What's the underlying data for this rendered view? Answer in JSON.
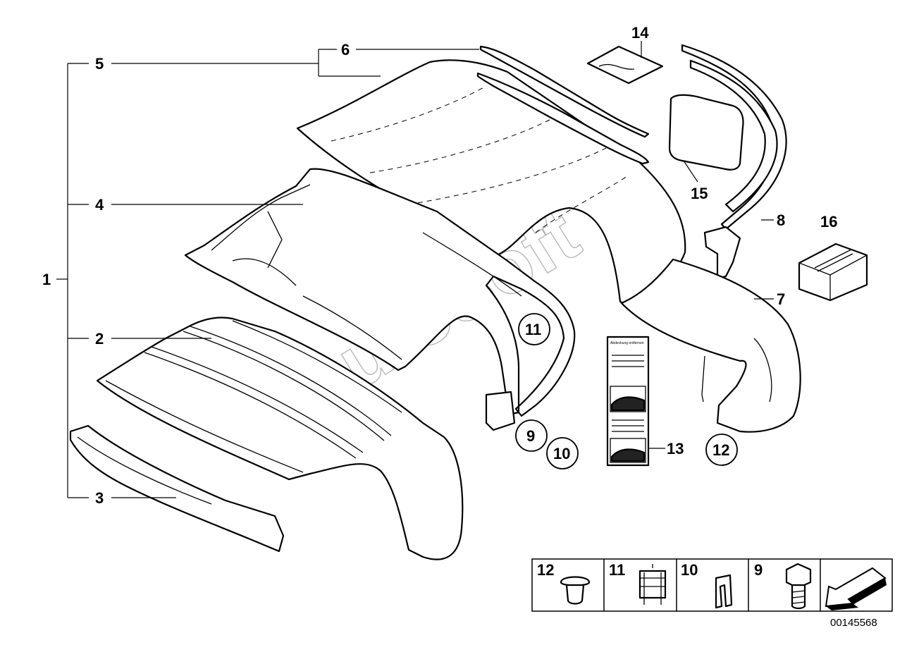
{
  "diagram": {
    "reference_number": "00145568",
    "watermark": "AutoSoft",
    "label_text": "Abdeckung entfernen",
    "callouts": [
      {
        "id": "c1",
        "label": "1"
      },
      {
        "id": "c2",
        "label": "2"
      },
      {
        "id": "c3",
        "label": "3"
      },
      {
        "id": "c4",
        "label": "4"
      },
      {
        "id": "c5",
        "label": "5"
      },
      {
        "id": "c6",
        "label": "6"
      },
      {
        "id": "c7",
        "label": "7"
      },
      {
        "id": "c8",
        "label": "8"
      },
      {
        "id": "c9",
        "label": "9"
      },
      {
        "id": "c10",
        "label": "10"
      },
      {
        "id": "c11",
        "label": "11"
      },
      {
        "id": "c12",
        "label": "12"
      },
      {
        "id": "c13",
        "label": "13"
      },
      {
        "id": "c14",
        "label": "14"
      },
      {
        "id": "c15",
        "label": "15"
      },
      {
        "id": "c16",
        "label": "16"
      }
    ],
    "legend": [
      {
        "label": "12",
        "icon": "clip-rivet-icon"
      },
      {
        "label": "11",
        "icon": "retaining-clip-icon"
      },
      {
        "label": "10",
        "icon": "u-clip-icon"
      },
      {
        "label": "9",
        "icon": "hex-bolt-icon"
      },
      {
        "label": "",
        "icon": "direction-arrow-icon"
      }
    ]
  }
}
